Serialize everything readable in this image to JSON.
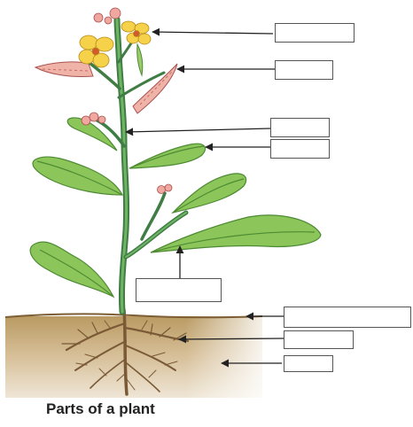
{
  "caption": "Parts of a plant",
  "colors": {
    "soil": "#c7ad7a",
    "soil_dark": "#8f6d3d",
    "stem": "#3f8a4c",
    "leaf": "#8cc65a",
    "leaf_dark": "#5b9a3a",
    "flower": "#f6d24a",
    "bud": "#f0a7a0",
    "root": "#7a5a36",
    "arrow": "#222222",
    "box_border": "#555555"
  },
  "label_boxes": [
    {
      "id": "flower",
      "text": ""
    },
    {
      "id": "fruit",
      "text": ""
    },
    {
      "id": "node",
      "text": ""
    },
    {
      "id": "leaf",
      "text": ""
    },
    {
      "id": "stem",
      "text": ""
    },
    {
      "id": "ground",
      "text": ""
    },
    {
      "id": "primary-root",
      "text": ""
    },
    {
      "id": "root-hairs",
      "text": ""
    }
  ]
}
